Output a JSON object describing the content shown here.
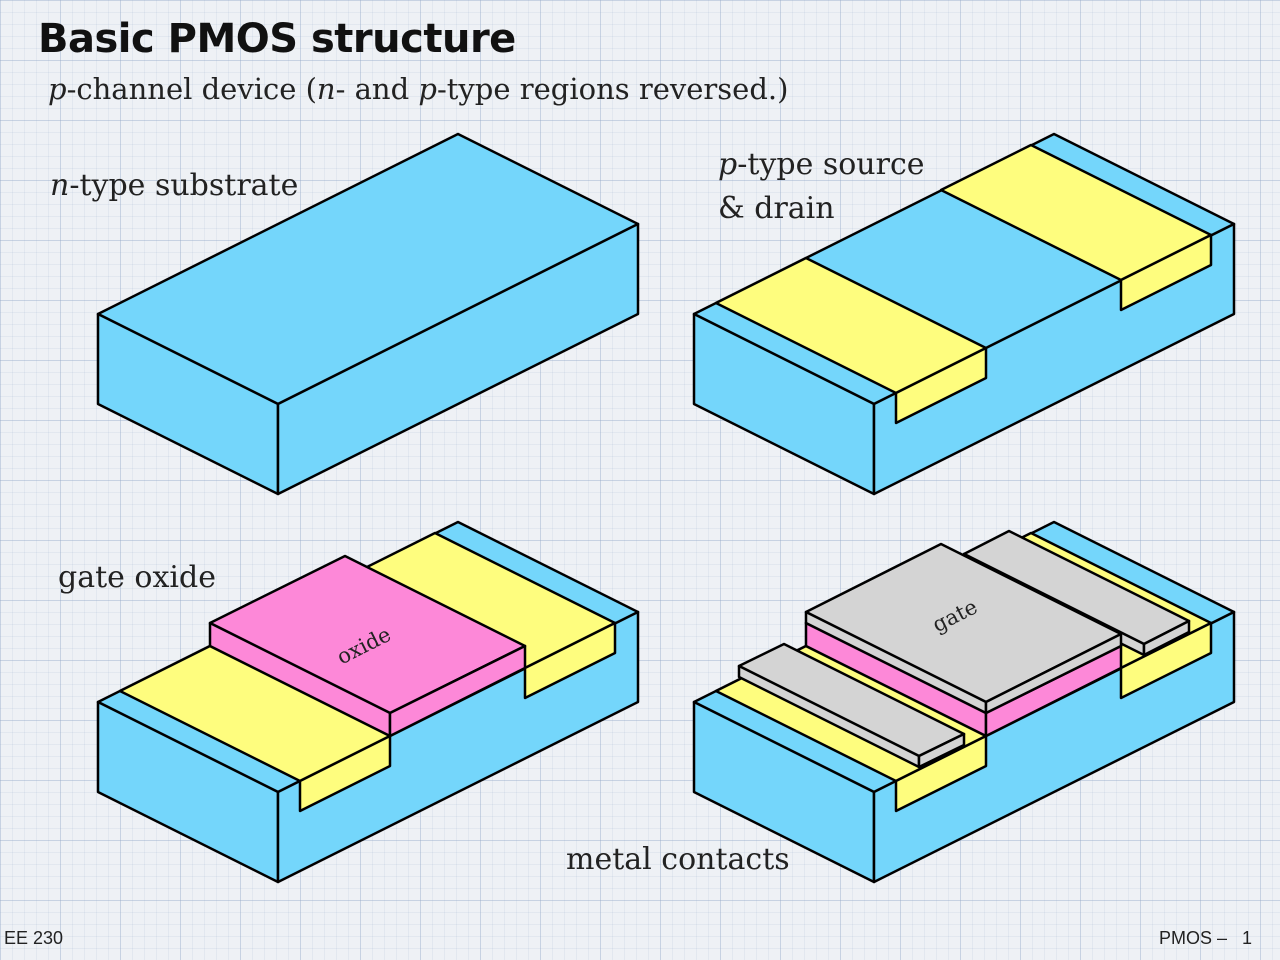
{
  "slide": {
    "title": "Basic PMOS structure",
    "subtitle": {
      "part1": "p",
      "part2": "-channel device (",
      "part3": "n",
      "part4": "- and ",
      "part5": "p",
      "part6": "-type regions reversed.)"
    }
  },
  "panels": {
    "substrate": {
      "label_italic": "n",
      "label_rest": "-type substrate"
    },
    "source_drain": {
      "label_italic": "p",
      "label_line1_rest": "-type source",
      "label_line2": "& drain"
    },
    "gate_oxide": {
      "label": "gate oxide",
      "inner_label": "oxide"
    },
    "metal_contacts": {
      "label": "metal contacts",
      "inner_label": "gate"
    }
  },
  "footer": {
    "left": "EE 230",
    "right": "PMOS –   1"
  },
  "colors": {
    "substrate": "#74d6fb",
    "source_drain": "#fefd7e",
    "oxide": "#fd88d8",
    "metal": "#d4d4d4",
    "outline": "#000000"
  }
}
